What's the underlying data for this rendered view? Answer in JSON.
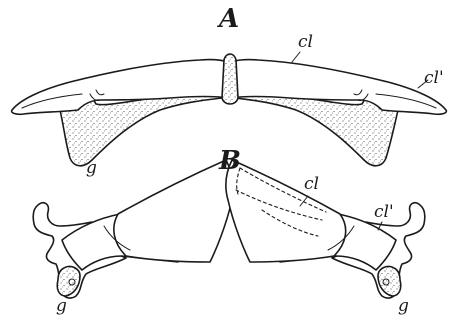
{
  "figure": {
    "panel_a_label": "A",
    "panel_b_label": "B",
    "labels": {
      "a_cl": "cl",
      "a_cl_prime": "cl'",
      "a_g": "g",
      "b_cl": "cl",
      "b_cl_prime": "cl'",
      "b_g_left": "g",
      "b_g_right": "g"
    }
  }
}
